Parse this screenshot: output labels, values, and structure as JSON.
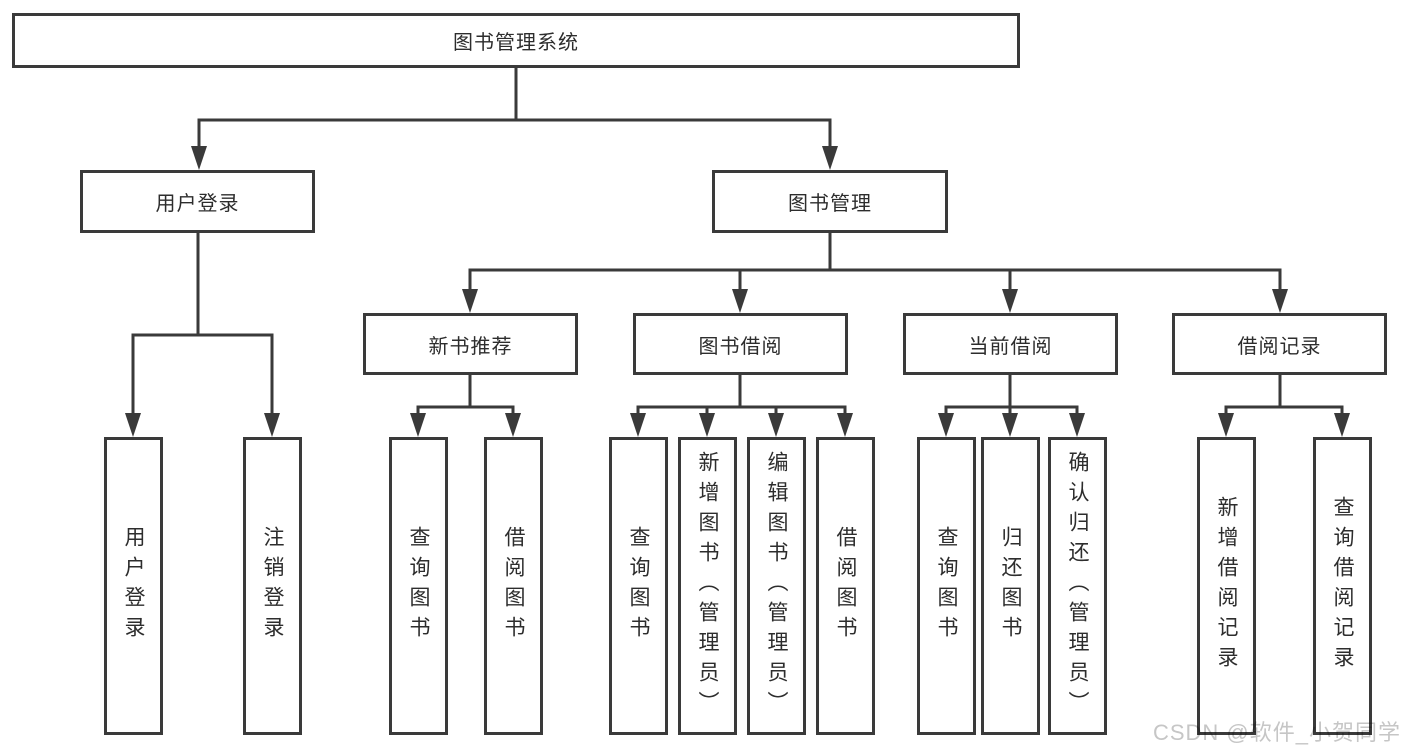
{
  "diagram": {
    "title": "图书管理系统",
    "root": {
      "label": "图书管理系统"
    },
    "level2": [
      {
        "label": "用户登录"
      },
      {
        "label": "图书管理"
      }
    ],
    "level3": [
      {
        "label": "新书推荐"
      },
      {
        "label": "图书借阅"
      },
      {
        "label": "当前借阅"
      },
      {
        "label": "借阅记录"
      }
    ],
    "leaves": {
      "user_login_group": [
        {
          "label": "用户登录"
        },
        {
          "label": "注销登录"
        }
      ],
      "new_book_group": [
        {
          "label": "查询图书"
        },
        {
          "label": "借阅图书"
        }
      ],
      "book_borrow_group": [
        {
          "label": "查询图书"
        },
        {
          "label": "新增图书（管理员）"
        },
        {
          "label": "编辑图书（管理员）"
        },
        {
          "label": "借阅图书"
        }
      ],
      "current_borrow_group": [
        {
          "label": "查询图书"
        },
        {
          "label": "归还图书"
        },
        {
          "label": "确认归还（管理员）"
        }
      ],
      "borrow_record_group": [
        {
          "label": "新增借阅记录"
        },
        {
          "label": "查询借阅记录"
        }
      ]
    }
  },
  "watermark": {
    "text": "CSDN @软件_小贺同学"
  },
  "colors": {
    "line": "#3a3a3a",
    "text": "#2d2d2d",
    "watermark": "#c6c6c6",
    "background": "#ffffff"
  }
}
